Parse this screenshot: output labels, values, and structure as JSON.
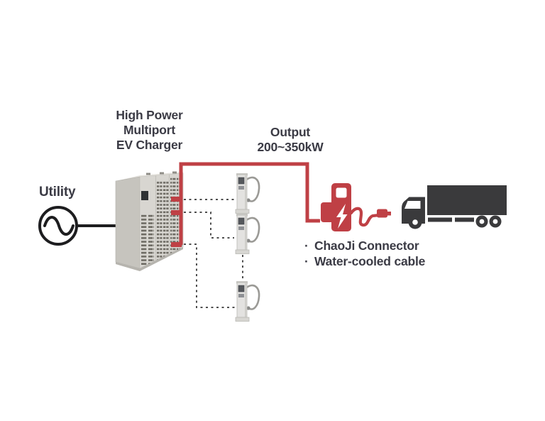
{
  "diagram_title": "High Power Multiport EV Charger system diagram",
  "charger_title_lines": [
    "High Power",
    "Multiport",
    "EV Charger"
  ],
  "output_lines": [
    "Output",
    "200~350kW"
  ],
  "utility_label": "Utility",
  "bullet": "·",
  "features": [
    "ChaoJi Connector",
    "Water-cooled cable"
  ],
  "icons": {
    "utility_source": "ac-source-icon",
    "cabinet": "charger-cabinet-image",
    "dispensers": "dispenser-pedestal-icon",
    "charging_station": "charging-station-icon",
    "vehicle": "truck-icon"
  },
  "colors": {
    "accent_red": "#bf4045",
    "dark_silhouette": "#3a3a3c",
    "text_dark": "#3b3b45",
    "cabinet_side": "#c6c4be",
    "cabinet_front": "#d8d6d1",
    "vent_slat": "#6e6b64",
    "dashed_line": "#4e4e4e"
  }
}
